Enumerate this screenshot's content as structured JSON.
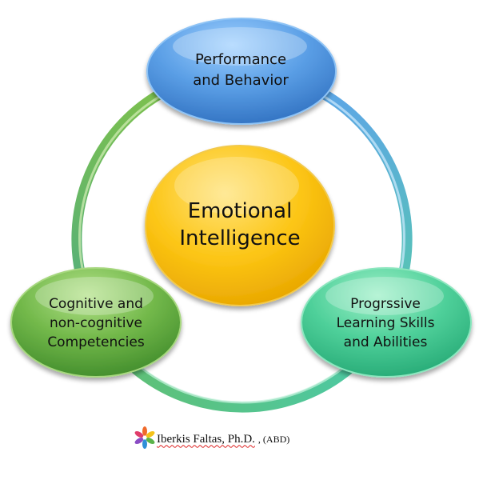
{
  "diagram": {
    "center": {
      "label": "Emotional\nIntelligence"
    },
    "nodes": [
      {
        "id": "top",
        "label": "Performance\nand Behavior"
      },
      {
        "id": "left",
        "label": "Cognitive and\nnon-cognitive\nCompetencies"
      },
      {
        "id": "right",
        "label": "Progrssive\nLearning Skills\nand Abilities"
      }
    ]
  },
  "credit": {
    "name": "Iberkis Faltas, Ph.D.",
    "suffix": ", (ABD)",
    "icon": "flower-logo-icon"
  },
  "colors": {
    "center": "#f5b800",
    "top": "#4a8fd8",
    "left": "#5ea63c",
    "right": "#3fc48c",
    "ring_blue": "#5aa0e0",
    "ring_green": "#6ab84a",
    "ring_teal": "#4ec8a0"
  }
}
